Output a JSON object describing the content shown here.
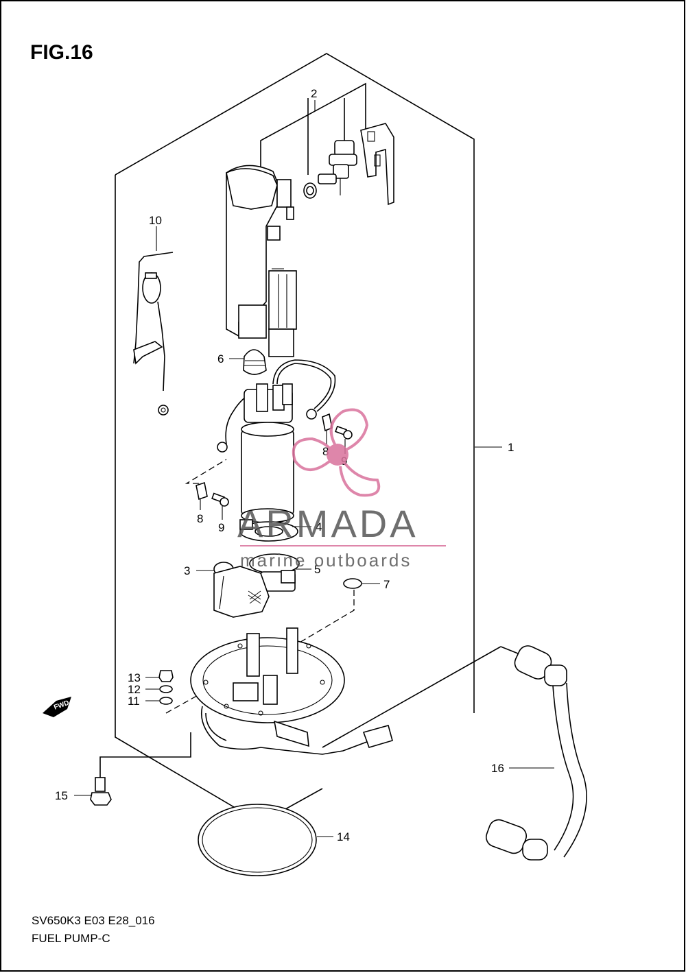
{
  "figure": {
    "title": "FIG.16"
  },
  "footer": {
    "model_code": "SV650K3 E03 E28_016",
    "diagram_name": "FUEL PUMP-C"
  },
  "watermark": {
    "brand": "ARMADA",
    "tagline": "marine outboards",
    "color": "#d9729c"
  },
  "fwd_badge": {
    "label": "FWD"
  },
  "callouts": {
    "p1": "1",
    "p2": "2",
    "p3": "3",
    "p4": "4",
    "p5": "5",
    "p6": "6",
    "p7": "7",
    "p8a": "8",
    "p8b": "8",
    "p9a": "9",
    "p9b": "9",
    "p10": "10",
    "p11": "11",
    "p12": "12",
    "p13": "13",
    "p14": "14",
    "p15": "15",
    "p16": "16"
  }
}
